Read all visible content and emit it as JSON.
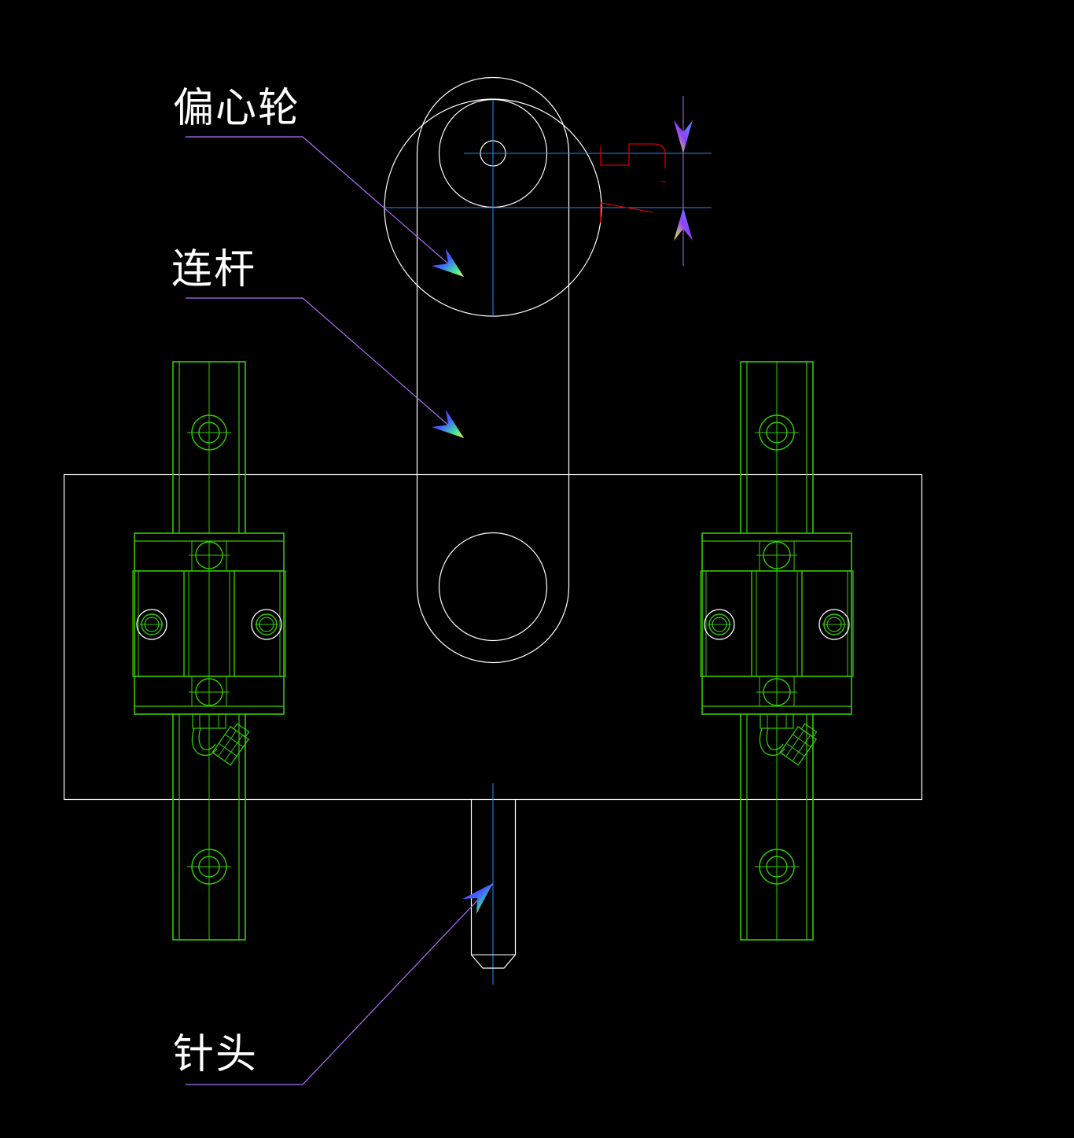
{
  "labels": {
    "eccentric_wheel": "偏心轮",
    "connecting_rod": "连杆",
    "needle_head": "针头"
  },
  "colors": {
    "background": "#000000",
    "outline": "#ffffff",
    "rail": "#33cc00",
    "center_line": "#1e90ff",
    "leader": "#b070ff",
    "dimension": "#cc0000"
  }
}
